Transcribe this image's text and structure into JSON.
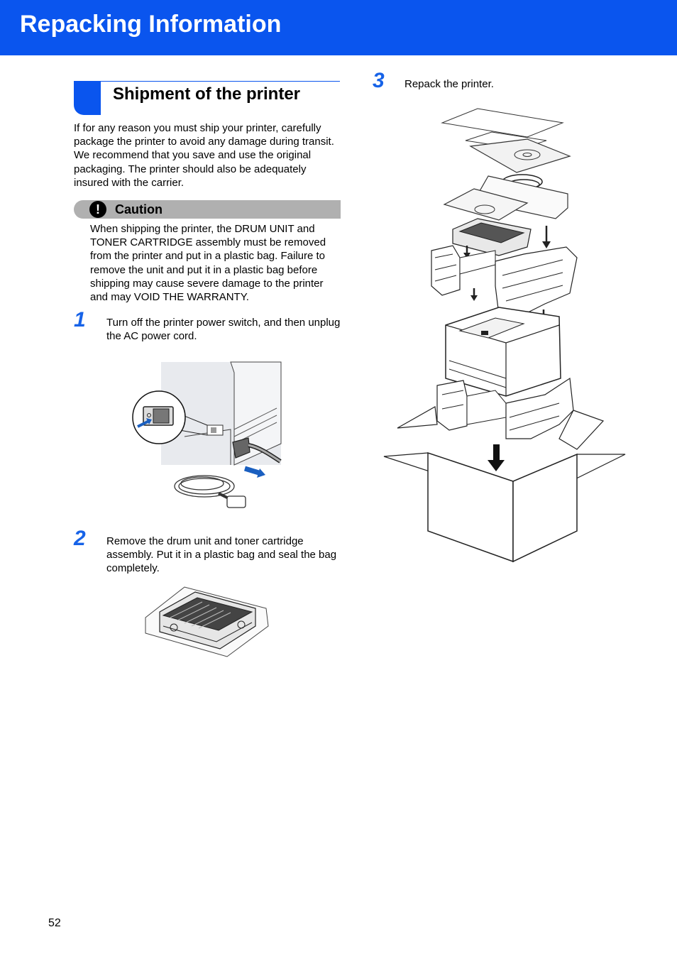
{
  "header": {
    "title": "Repacking Information",
    "color": "#0a55ee"
  },
  "section": {
    "title": "Shipment of the printer"
  },
  "intro": "If for any reason you must ship your printer, carefully package the printer to avoid any damage during transit. We recommend that you save and use the original packaging. The printer should also be adequately insured with the carrier.",
  "caution": {
    "icon": "exclamation-icon",
    "label": "Caution",
    "text": "When shipping the printer, the DRUM UNIT and TONER CARTRIDGE assembly must be removed from the printer and put in a plastic bag. Failure to remove the unit and put it in a plastic bag before shipping may cause severe damage to the printer and may VOID THE WARRANTY."
  },
  "steps": [
    {
      "number": "1",
      "text": "Turn off the printer power switch, and then unplug the AC power cord."
    },
    {
      "number": "2",
      "text": "Remove the drum unit and toner cartridge assembly.  Put it in a plastic bag and seal the bag completely."
    },
    {
      "number": "3",
      "text": "Repack the printer."
    }
  ],
  "page_number": "52",
  "colors": {
    "accent": "#0a55ee",
    "step_number": "#1763e8",
    "caution_bar": "#b0b0b0"
  }
}
